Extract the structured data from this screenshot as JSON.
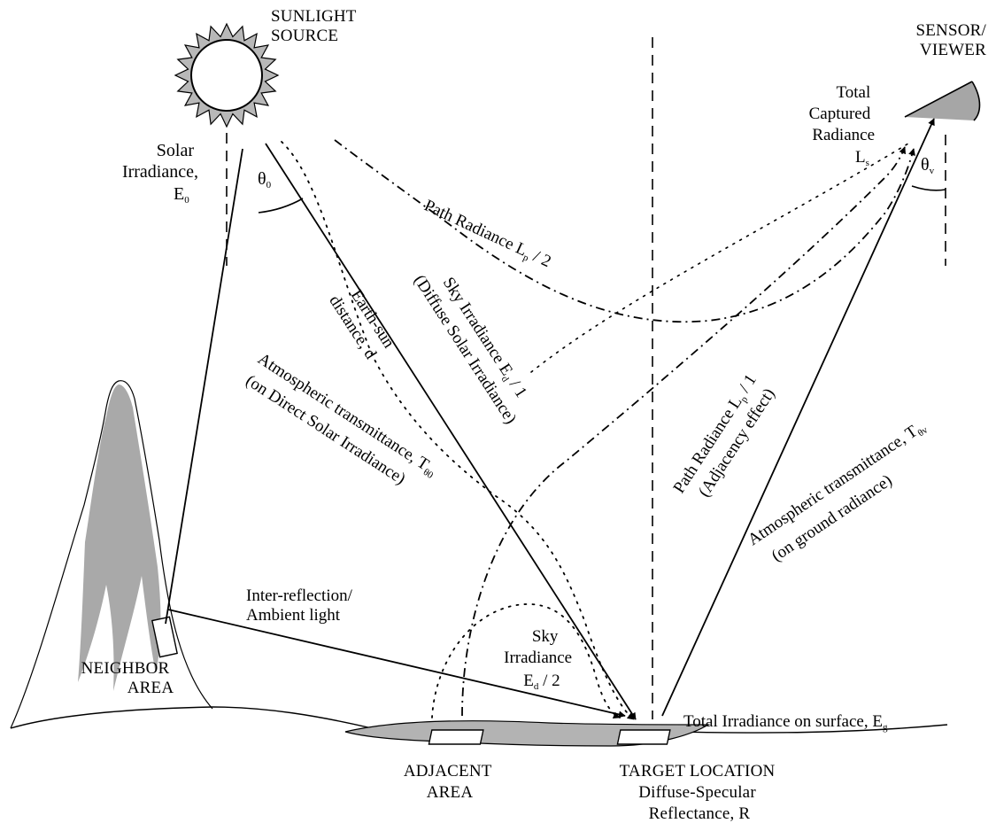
{
  "colors": {
    "ink": "#000000",
    "mountain_fill": "#a9a9a9",
    "sun_fill": "#b8b8b8",
    "target_fill": "#b3b3b3",
    "viewer_fill": "#a6a6a6"
  },
  "icons": {
    "sun": "sun-icon",
    "sensor": "sensor-eye-icon",
    "mountain": "mountain-icon"
  },
  "labels": {
    "sunlight_line1": "SUNLIGHT",
    "sunlight_line2": "SOURCE",
    "sensor_line1": "SENSOR/",
    "sensor_line2": "VIEWER",
    "solar_line1": "Solar",
    "solar_line2": "Irradiance,",
    "solar_e": "E",
    "solar_e_sub": "0",
    "theta0": "θ",
    "theta0_sub": "0",
    "theta_v": "θ",
    "theta_v_sub": "v",
    "total_captured_line1": "Total",
    "total_captured_line2": "Captured",
    "total_captured_line3": "Radiance",
    "total_captured_l": "L",
    "total_captured_sub": "s",
    "path_radiance_2_pre": "Path Radiance L",
    "path_radiance_2_sub": "p",
    "path_radiance_2_post": " / 2",
    "earth_sun_line1": "Earth-sun",
    "earth_sun_line2": "distance, d",
    "sky1_line1_pre": "Sky Irradiance E",
    "sky1_line1_sub": "d",
    "sky1_line1_post": " / 1",
    "sky1_line2": "(Diffuse Solar Irradiance)",
    "atm_direct_line1_pre": "Atmospheric transmittance, T",
    "atm_direct_line1_sub": "θ0",
    "atm_direct_line2": "(on Direct Solar  Irradiance)",
    "path_adj_line1_pre": "Path Radiance L",
    "path_adj_line1_sub": "p",
    "path_adj_line1_post": " / 1",
    "path_adj_line2": "(Adjacency effect)",
    "atm_ground_line1_pre": "Atmospheric transmittance, T",
    "atm_ground_line1_sub": "θv",
    "atm_ground_line2": "(on ground radiance)",
    "inter_line1": "Inter-reflection/",
    "inter_line2": "Ambient light",
    "sky2_line1": "Sky",
    "sky2_line2": "Irradiance",
    "sky2_line3_pre": "E",
    "sky2_line3_sub": "d",
    "sky2_line3_post": " / 2",
    "neighbor_line1": "NEIGHBOR",
    "neighbor_line2": "AREA",
    "total_irr_pre": "Total Irradiance on surface, E",
    "total_irr_sub": "g",
    "adjacent_line1": "ADJACENT",
    "adjacent_line2": "AREA",
    "target_line1": "TARGET LOCATION",
    "target_line2": "Diffuse-Specular",
    "target_line3": "Reflectance, R"
  }
}
